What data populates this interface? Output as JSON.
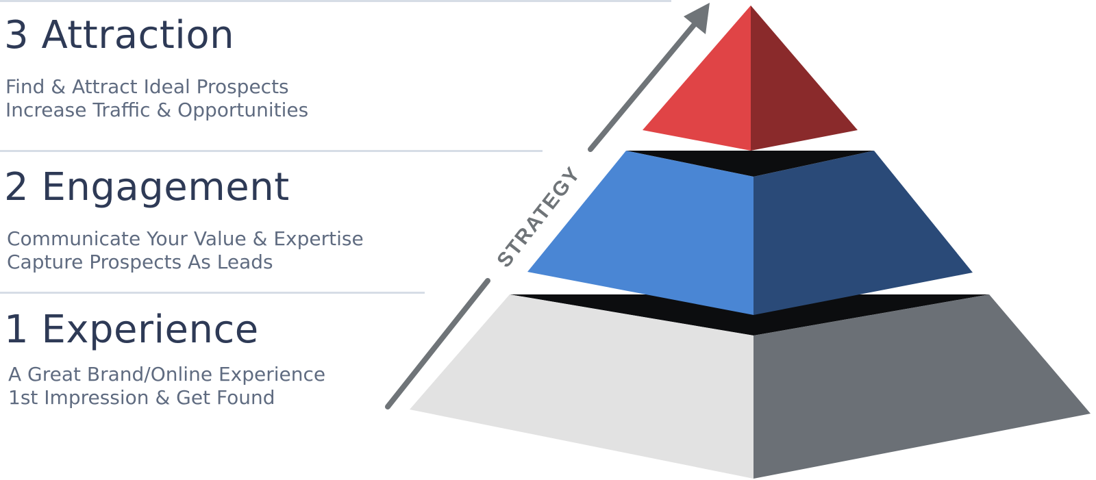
{
  "levels": [
    {
      "number": "3",
      "name": "Attraction",
      "lines": [
        "Find & Attract Ideal Prospects",
        "Increase Traffic & Opportunities"
      ],
      "colors": {
        "light": "#e04446",
        "dark": "#8a2a2b"
      }
    },
    {
      "number": "2",
      "name": "Engagement",
      "lines": [
        "Communicate Your Value & Expertise",
        "Capture Prospects As Leads"
      ],
      "colors": {
        "light": "#4a86d4",
        "dark": "#2a4a78"
      }
    },
    {
      "number": "1",
      "name": "Experience",
      "lines": [
        "A Great Brand/Online Experience",
        "1st Impression & Get Found"
      ],
      "colors": {
        "light": "#e2e2e2",
        "dark": "#6b7076"
      }
    }
  ],
  "arrow": {
    "label": "STRATEGY",
    "color": "#6f7478"
  }
}
